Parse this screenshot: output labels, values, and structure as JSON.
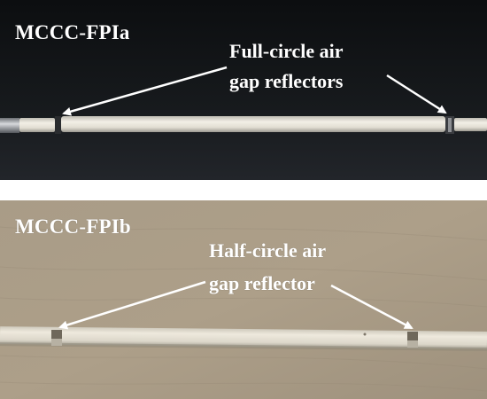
{
  "panels": [
    {
      "title": "MCCC-FPIa",
      "annotation_lines": [
        "Full-circle air",
        "gap reflectors"
      ]
    },
    {
      "title": "MCCC-FPIb",
      "annotation_lines": [
        "Half-circle air",
        "gap reflector"
      ]
    }
  ],
  "colors": {
    "panel_a_background": "#141618",
    "panel_b_background": "#a79a86",
    "fiber": "#e6e2d6",
    "annotation": "#ffffff"
  }
}
